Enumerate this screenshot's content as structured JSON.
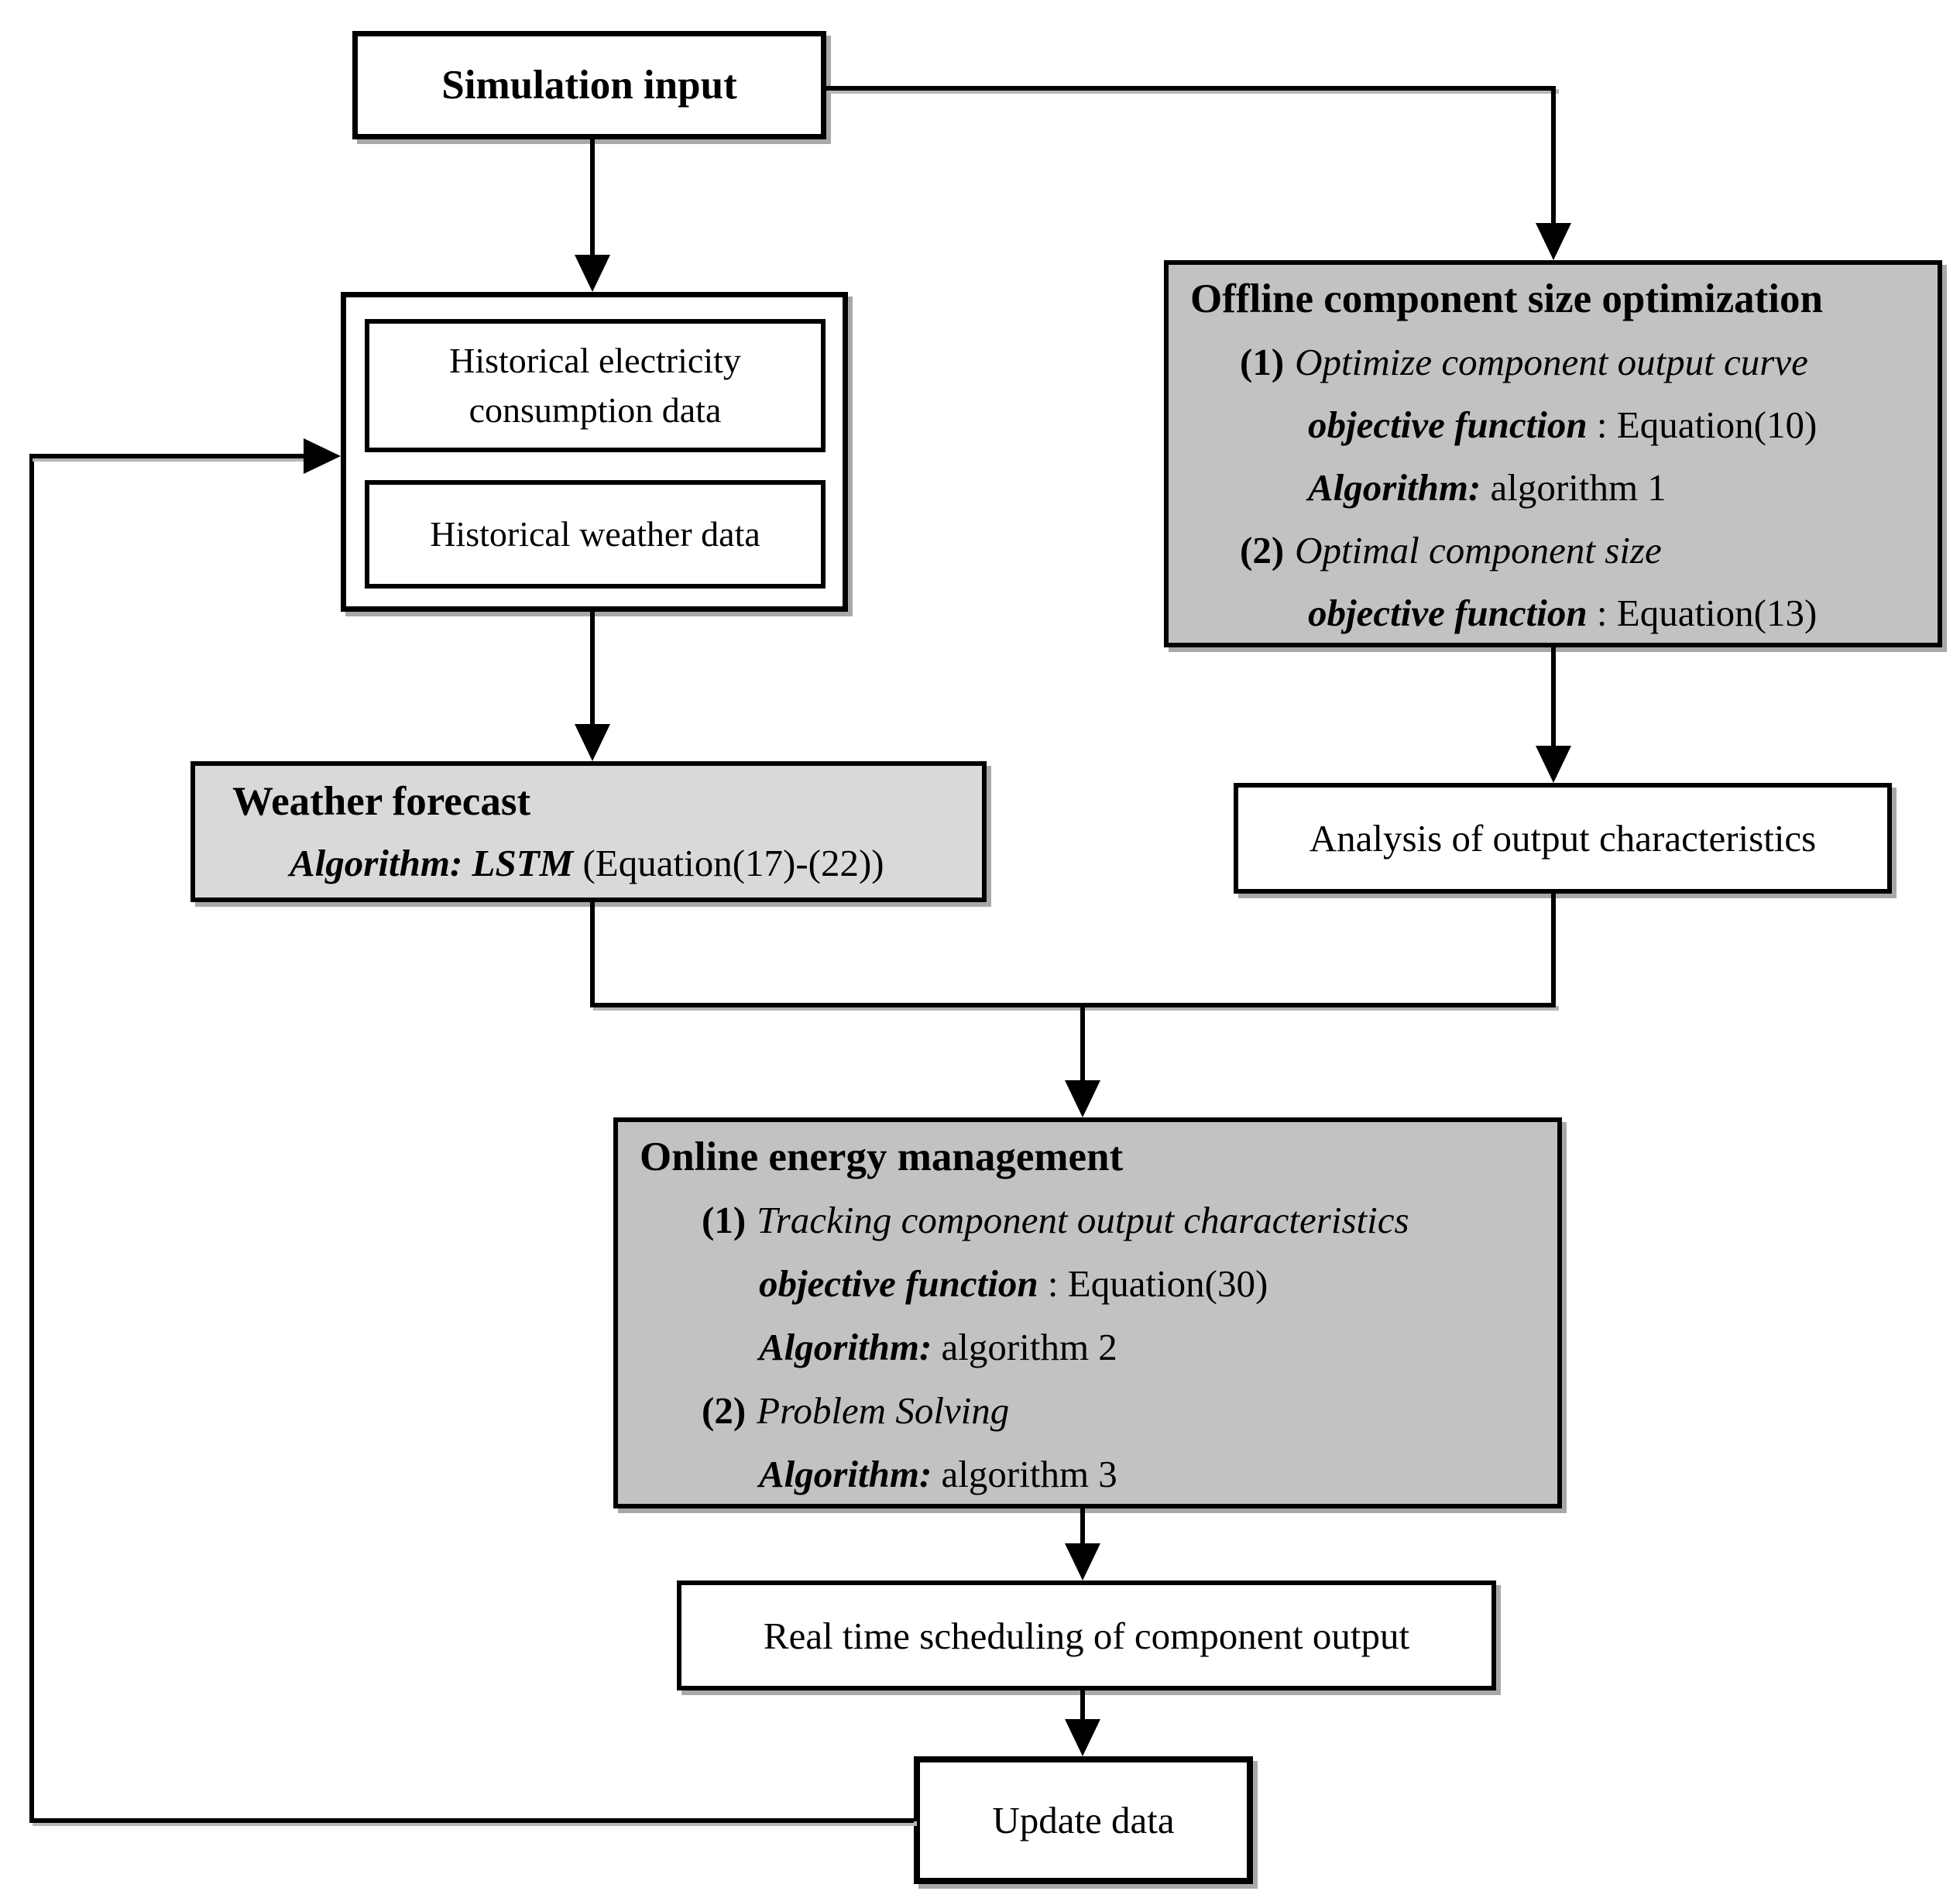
{
  "colors": {
    "fill_dark_gray": "#c2c2c2",
    "fill_light_gray": "#d9d9d9",
    "border": "#000000",
    "shadow": "#a8a8a8",
    "background": "#ffffff"
  },
  "boxes": {
    "simulation_input": {
      "label": "Simulation input"
    },
    "historical": {
      "electricity": "Historical electricity consumption data",
      "weather": "Historical weather data"
    },
    "offline": {
      "title": "Offline component size optimization",
      "lines": [
        {
          "num": "(1)",
          "text": "Optimize component output curve"
        },
        {
          "label": "objective function",
          "sep": " : ",
          "value": "Equation(10)"
        },
        {
          "label": "Algorithm:",
          "value": " algorithm 1"
        },
        {
          "num": "(2)",
          "text": "Optimal component size"
        },
        {
          "label": "objective function",
          "sep": " : ",
          "value": "Equation(13)"
        }
      ]
    },
    "weather_forecast": {
      "title": "Weather forecast",
      "algorithm_label": "Algorithm: LSTM",
      "algorithm_value": " (Equation(17)-(22))"
    },
    "analysis": {
      "label": "Analysis of output characteristics"
    },
    "online": {
      "title": "Online energy management",
      "lines": [
        {
          "num": "(1)",
          "text": "Tracking component output characteristics"
        },
        {
          "label": "objective function",
          "sep": " : ",
          "value": "Equation(30)"
        },
        {
          "label": "Algorithm:",
          "value": " algorithm 2"
        },
        {
          "num": "(2)",
          "text": "Problem Solving"
        },
        {
          "label": "Algorithm:",
          "value": " algorithm 3"
        }
      ]
    },
    "realtime": {
      "label": "Real time scheduling of component output"
    },
    "update": {
      "label": "Update data"
    }
  }
}
